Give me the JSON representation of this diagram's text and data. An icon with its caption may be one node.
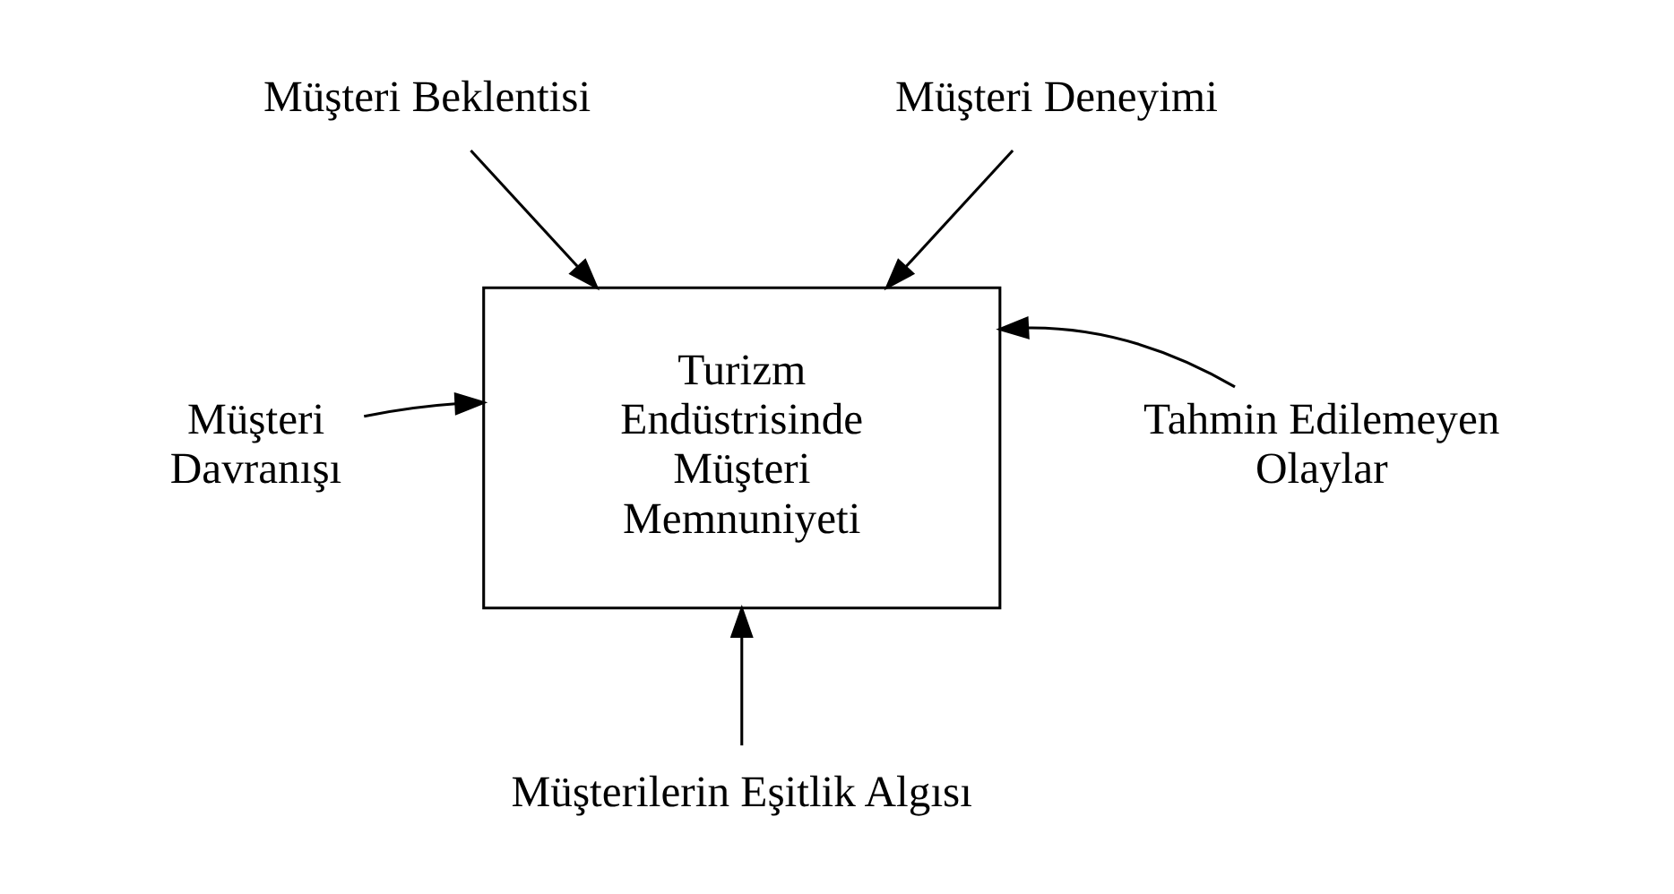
{
  "diagram": {
    "nodes": [
      {
        "text": [
          "Turizm Endüstrisinde Müşteri Memnuniyeti"
        ]
      },
      {
        "text": [
          "Müşteri Beklentisi"
        ]
      },
      {
        "text": [
          "Müşteri Deneyimi"
        ]
      },
      {
        "text": [
          "Müşteri Davranışı"
        ]
      },
      {
        "text": [
          "Tahmin Edilemeyen Olaylar"
        ]
      },
      {
        "text": [
          "Müşterilerin Eşitlik Algısı"
        ]
      }
    ],
    "edges": [
      {
        "from": 1,
        "to": 0,
        "arrow": "to"
      },
      {
        "from": 2,
        "to": 0,
        "arrow": "to"
      },
      {
        "from": 3,
        "to": 0,
        "arrow": "to"
      },
      {
        "from": 4,
        "to": 0,
        "arrow": "to"
      },
      {
        "from": 5,
        "to": 0,
        "arrow": "to"
      }
    ]
  }
}
